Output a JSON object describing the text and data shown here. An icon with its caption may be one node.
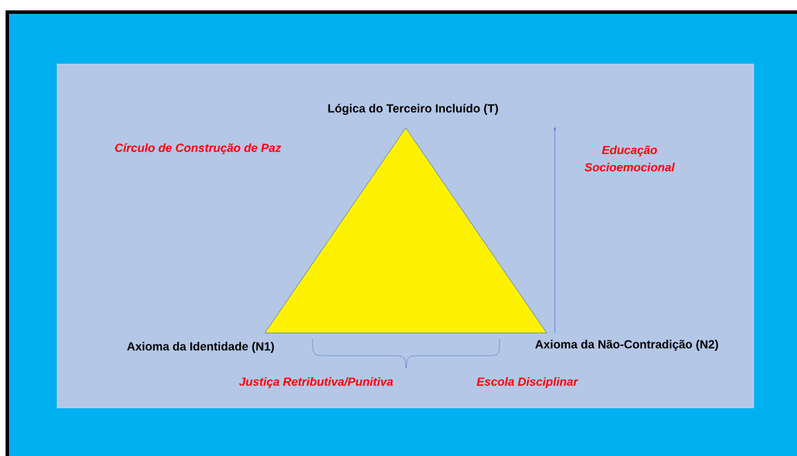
{
  "diagram": {
    "nodes": [
      {
        "text": [],
        "shape": "triangle",
        "beside": [
          "Lógica do Terceiro Incluído (T)",
          "Axioma da Identidade (N1)",
          "Axioma da Não-Contradição (N2)"
        ]
      }
    ],
    "labels": [
      "Círculo de Construção de Paz",
      "Educação Socioemocional",
      "Justiça Retributiva/Punitiva",
      "Escola Disciplinar"
    ]
  }
}
